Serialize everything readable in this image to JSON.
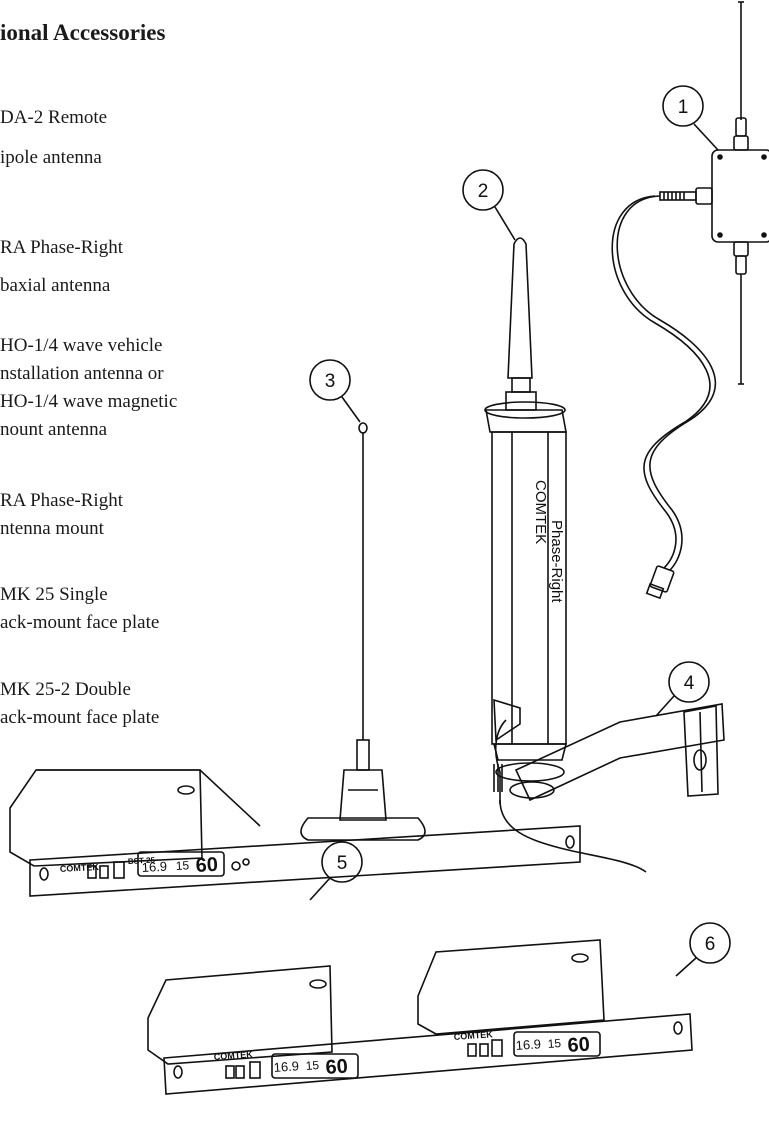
{
  "heading": "ional Accessories",
  "items": [
    {
      "line1": "DA-2  Remote",
      "line2": "ipole antenna"
    },
    {
      "line1": "RA  Phase-Right",
      "line2": "baxial antenna"
    },
    {
      "line1": "HO-1/4 wave vehicle",
      "line2": "nstallation antenna or",
      "line3": "HO-1/4 wave magnetic",
      "line4": "nount antenna"
    },
    {
      "line1": "RA  Phase-Right",
      "line2": "ntenna mount"
    },
    {
      "line1": "MK 25  Single",
      "line2": "ack-mount face plate"
    },
    {
      "line1": "MK 25-2  Double",
      "line2": "ack-mount face plate"
    }
  ],
  "callouts": [
    "1",
    "2",
    "3",
    "4",
    "5",
    "6"
  ],
  "device": {
    "brand": "COMTEK",
    "model": "BST-25",
    "display_freq": "16.9",
    "display_ch": "15",
    "display_level": "60"
  },
  "antenna_label": {
    "brand": "COMTEK",
    "name": "Phase-Right"
  }
}
